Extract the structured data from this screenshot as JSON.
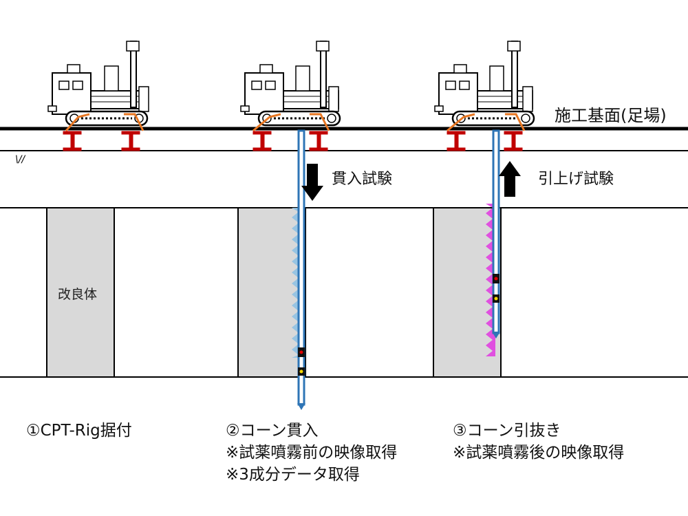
{
  "labels": {
    "ground": "施工基面(足場)",
    "push_test": "貫入試験",
    "pull_test": "引上げ試験",
    "improved_body": "改良体",
    "hatch": "\\//"
  },
  "steps": [
    {
      "title": "①CPT-Rig据付",
      "notes": []
    },
    {
      "title": "②コーン貫入",
      "notes": [
        "※試薬噴霧前の映像取得",
        "※3成分データ取得"
      ]
    },
    {
      "title": "③コーン引抜き",
      "notes": [
        "※試薬噴霧後の映像取得"
      ]
    }
  ],
  "colors": {
    "line": "#000000",
    "column_fill": "#d9d9d9",
    "support_beam": "#c00000",
    "outrigger": "#e87722",
    "rod": "#2e75b6",
    "reagent_before": "#8fc1e3",
    "reagent_after": "#e040e0",
    "arrow": "#000000"
  }
}
